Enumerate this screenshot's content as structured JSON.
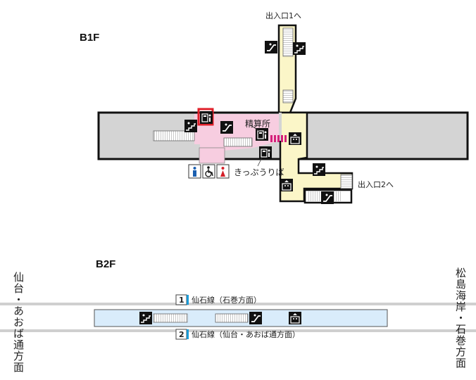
{
  "floors": {
    "b1": "B1F",
    "b2": "B2F"
  },
  "labels": {
    "exit1": "出入口1へ",
    "exit2": "出入口2へ",
    "fare_adjustment": "精算所",
    "ticket_machines": "きっぷうりば"
  },
  "directions": {
    "left": "仙台・あおば通方面",
    "right": "松島海岸・石巻方面"
  },
  "tracks": [
    {
      "number": "1",
      "label": "仙石線（石巻方面）"
    },
    {
      "number": "2",
      "label": "仙石線（仙台・あおば通方面）"
    }
  ],
  "colors": {
    "concourse_gray": "#d4d4d4",
    "paid_area_pink": "#f7cde0",
    "passage_yellow": "#fbf6c8",
    "platform_blue": "#d9ecfb",
    "highlight_red": "#e0202a",
    "track_gray": "#cfcfcf",
    "track_badge_accent": "#1a9ad6",
    "icon_black": "#111111",
    "man_blue": "#1b5fb0",
    "woman_red": "#d4202a"
  },
  "icons": [
    "escalator-icon",
    "stairs-icon",
    "elevator-icon",
    "toilet-man-icon",
    "toilet-wheelchair-icon",
    "toilet-woman-icon",
    "ticket-machine-icon",
    "fare-adjustment-icon",
    "ticket-gate-icon"
  ]
}
